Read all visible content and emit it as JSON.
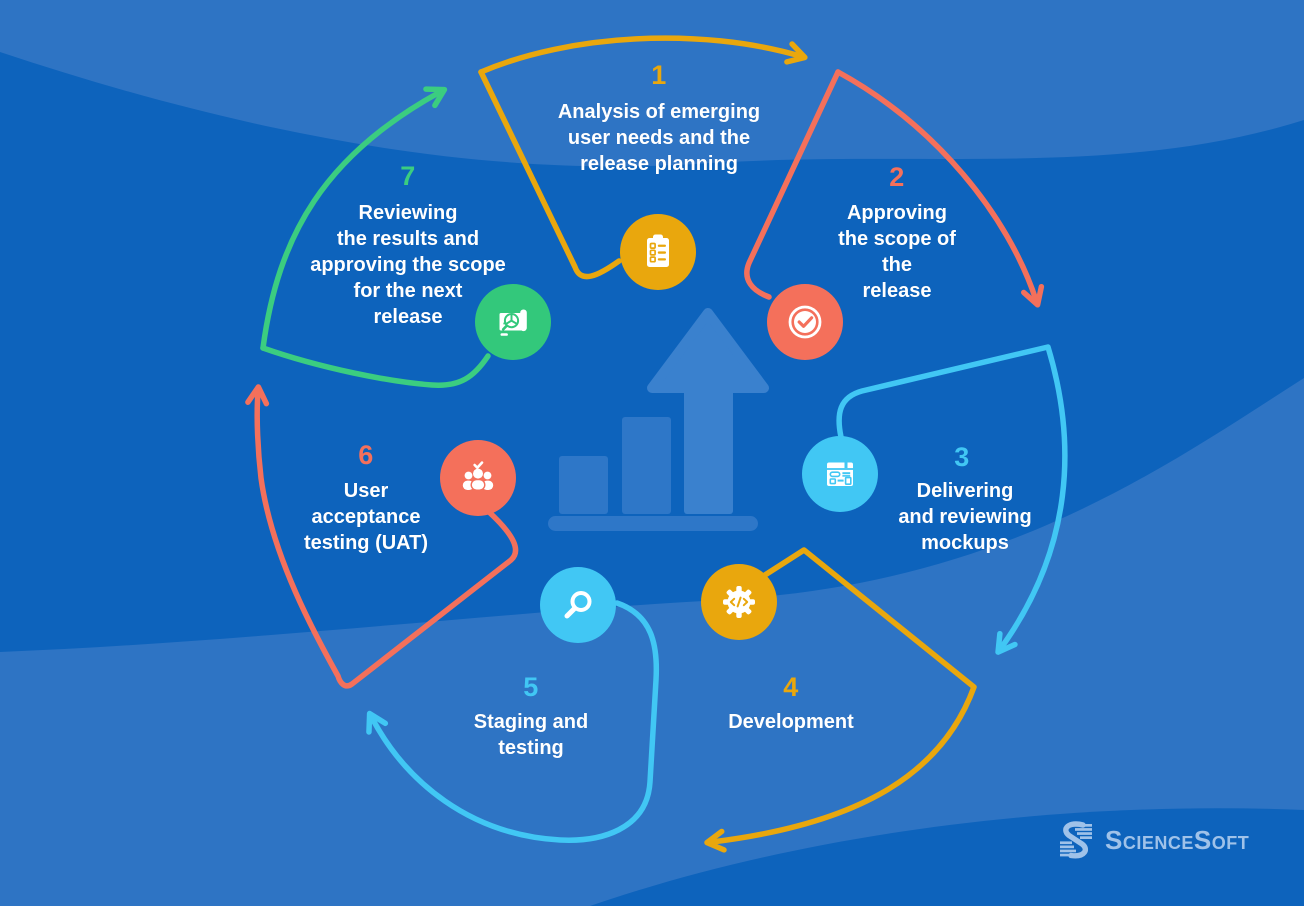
{
  "diagram": {
    "type": "circular-process",
    "subject": "software release cycle",
    "steps": [
      {
        "number": "1",
        "color": "#E9A70D",
        "icon": "clipboard-checklist-icon",
        "label": "Analysis of emerging\nuser needs and the\nrelease planning"
      },
      {
        "number": "2",
        "color": "#F4705B",
        "icon": "check-circle-icon",
        "label": "Approving\nthe scope of\nthe\nrelease"
      },
      {
        "number": "3",
        "color": "#41C7F4",
        "icon": "mockup-window-icon",
        "label": "Delivering\nand reviewing\nmockups"
      },
      {
        "number": "4",
        "color": "#E9A70D",
        "icon": "code-gear-icon",
        "label": "Development"
      },
      {
        "number": "5",
        "color": "#41C7F4",
        "icon": "magnifier-icon",
        "label": "Staging and\ntesting"
      },
      {
        "number": "6",
        "color": "#F4705B",
        "icon": "users-check-icon",
        "label": "User\nacceptance\ntesting (UAT)"
      },
      {
        "number": "7",
        "color": "#3BCD80",
        "icon": "report-review-icon",
        "label": "Reviewing\nthe results and\napproving the scope\nfor the next\nrelease"
      }
    ],
    "arrows": [
      {
        "name": "arrow-step-1",
        "color": "#E9A70D"
      },
      {
        "name": "arrow-step-2",
        "color": "#F4705B"
      },
      {
        "name": "arrow-step-3",
        "color": "#41C7F4"
      },
      {
        "name": "arrow-step-4",
        "color": "#E9A70D"
      },
      {
        "name": "arrow-step-5",
        "color": "#41C7F4"
      },
      {
        "name": "arrow-step-6",
        "color": "#F4705B"
      },
      {
        "name": "arrow-step-7",
        "color": "#3BCD80"
      }
    ],
    "watermark": "growth-bar-chart-with-arrow"
  },
  "colors": {
    "background_base": "#0D63BC",
    "background_wave_light": "#2E74C4",
    "watermark_fill": "#2E77C8",
    "watermark_arrow_fill": "#3A81CE",
    "text": "#FFFFFF"
  },
  "logo": {
    "text": "ScienceSoft",
    "color": "#9FC2E9"
  }
}
